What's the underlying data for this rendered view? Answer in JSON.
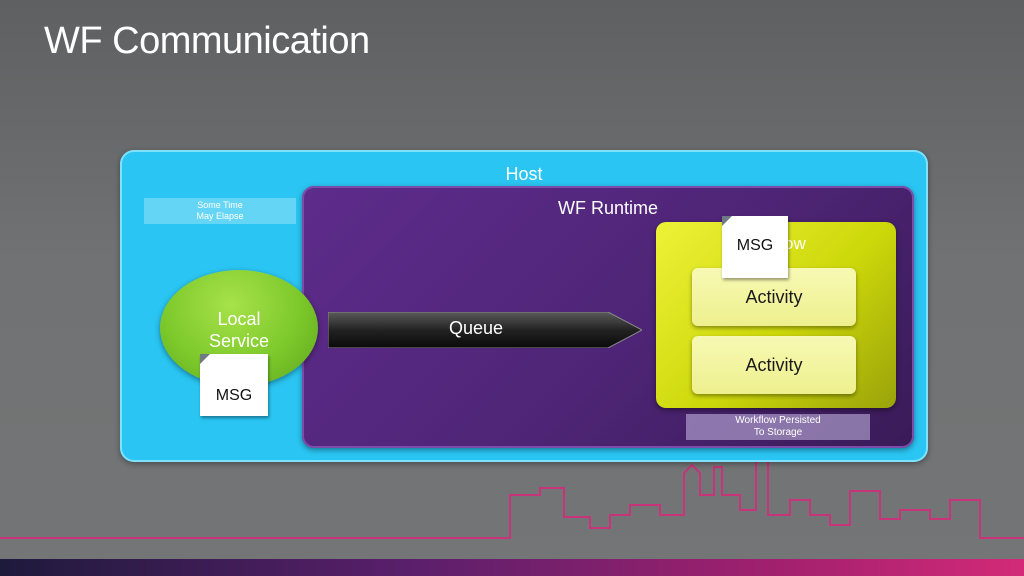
{
  "slide": {
    "title": "WF Communication"
  },
  "diagram": {
    "host": {
      "label": "Host"
    },
    "time_note": {
      "line1": "Some Time",
      "line2": "May Elapse"
    },
    "runtime": {
      "label": "WF Runtime"
    },
    "workflow": {
      "label": "ow"
    },
    "activities": [
      "Activity",
      "Activity"
    ],
    "persist_note": {
      "line1": "Workflow Persisted",
      "line2": "To Storage"
    },
    "local_service": {
      "line1": "Local",
      "line2": "Service"
    },
    "queue": {
      "label": "Queue"
    },
    "messages": [
      "MSG",
      "MSG"
    ]
  },
  "colors": {
    "host": "#2ac5f2",
    "runtime": "#5e2c8c",
    "workflow": "#cdd80a",
    "local_service": "#7dc92b",
    "skyline": "#c8337a"
  }
}
